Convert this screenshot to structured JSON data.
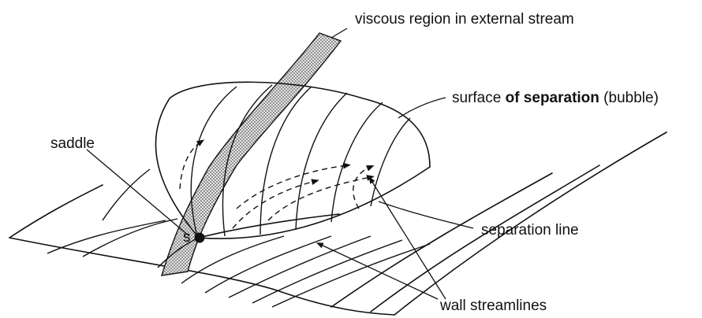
{
  "labels": {
    "viscous_region": "viscous region in external stream",
    "surface_part1": "surface ",
    "surface_part2": "of separation",
    "surface_part3": " (bubble)",
    "saddle": "saddle",
    "separation_line": "separation line",
    "wall_streamlines": "wall streamlines",
    "saddle_point": "s"
  },
  "colors": {
    "ink": "#111111",
    "band_fill": "#bdbdbd"
  }
}
